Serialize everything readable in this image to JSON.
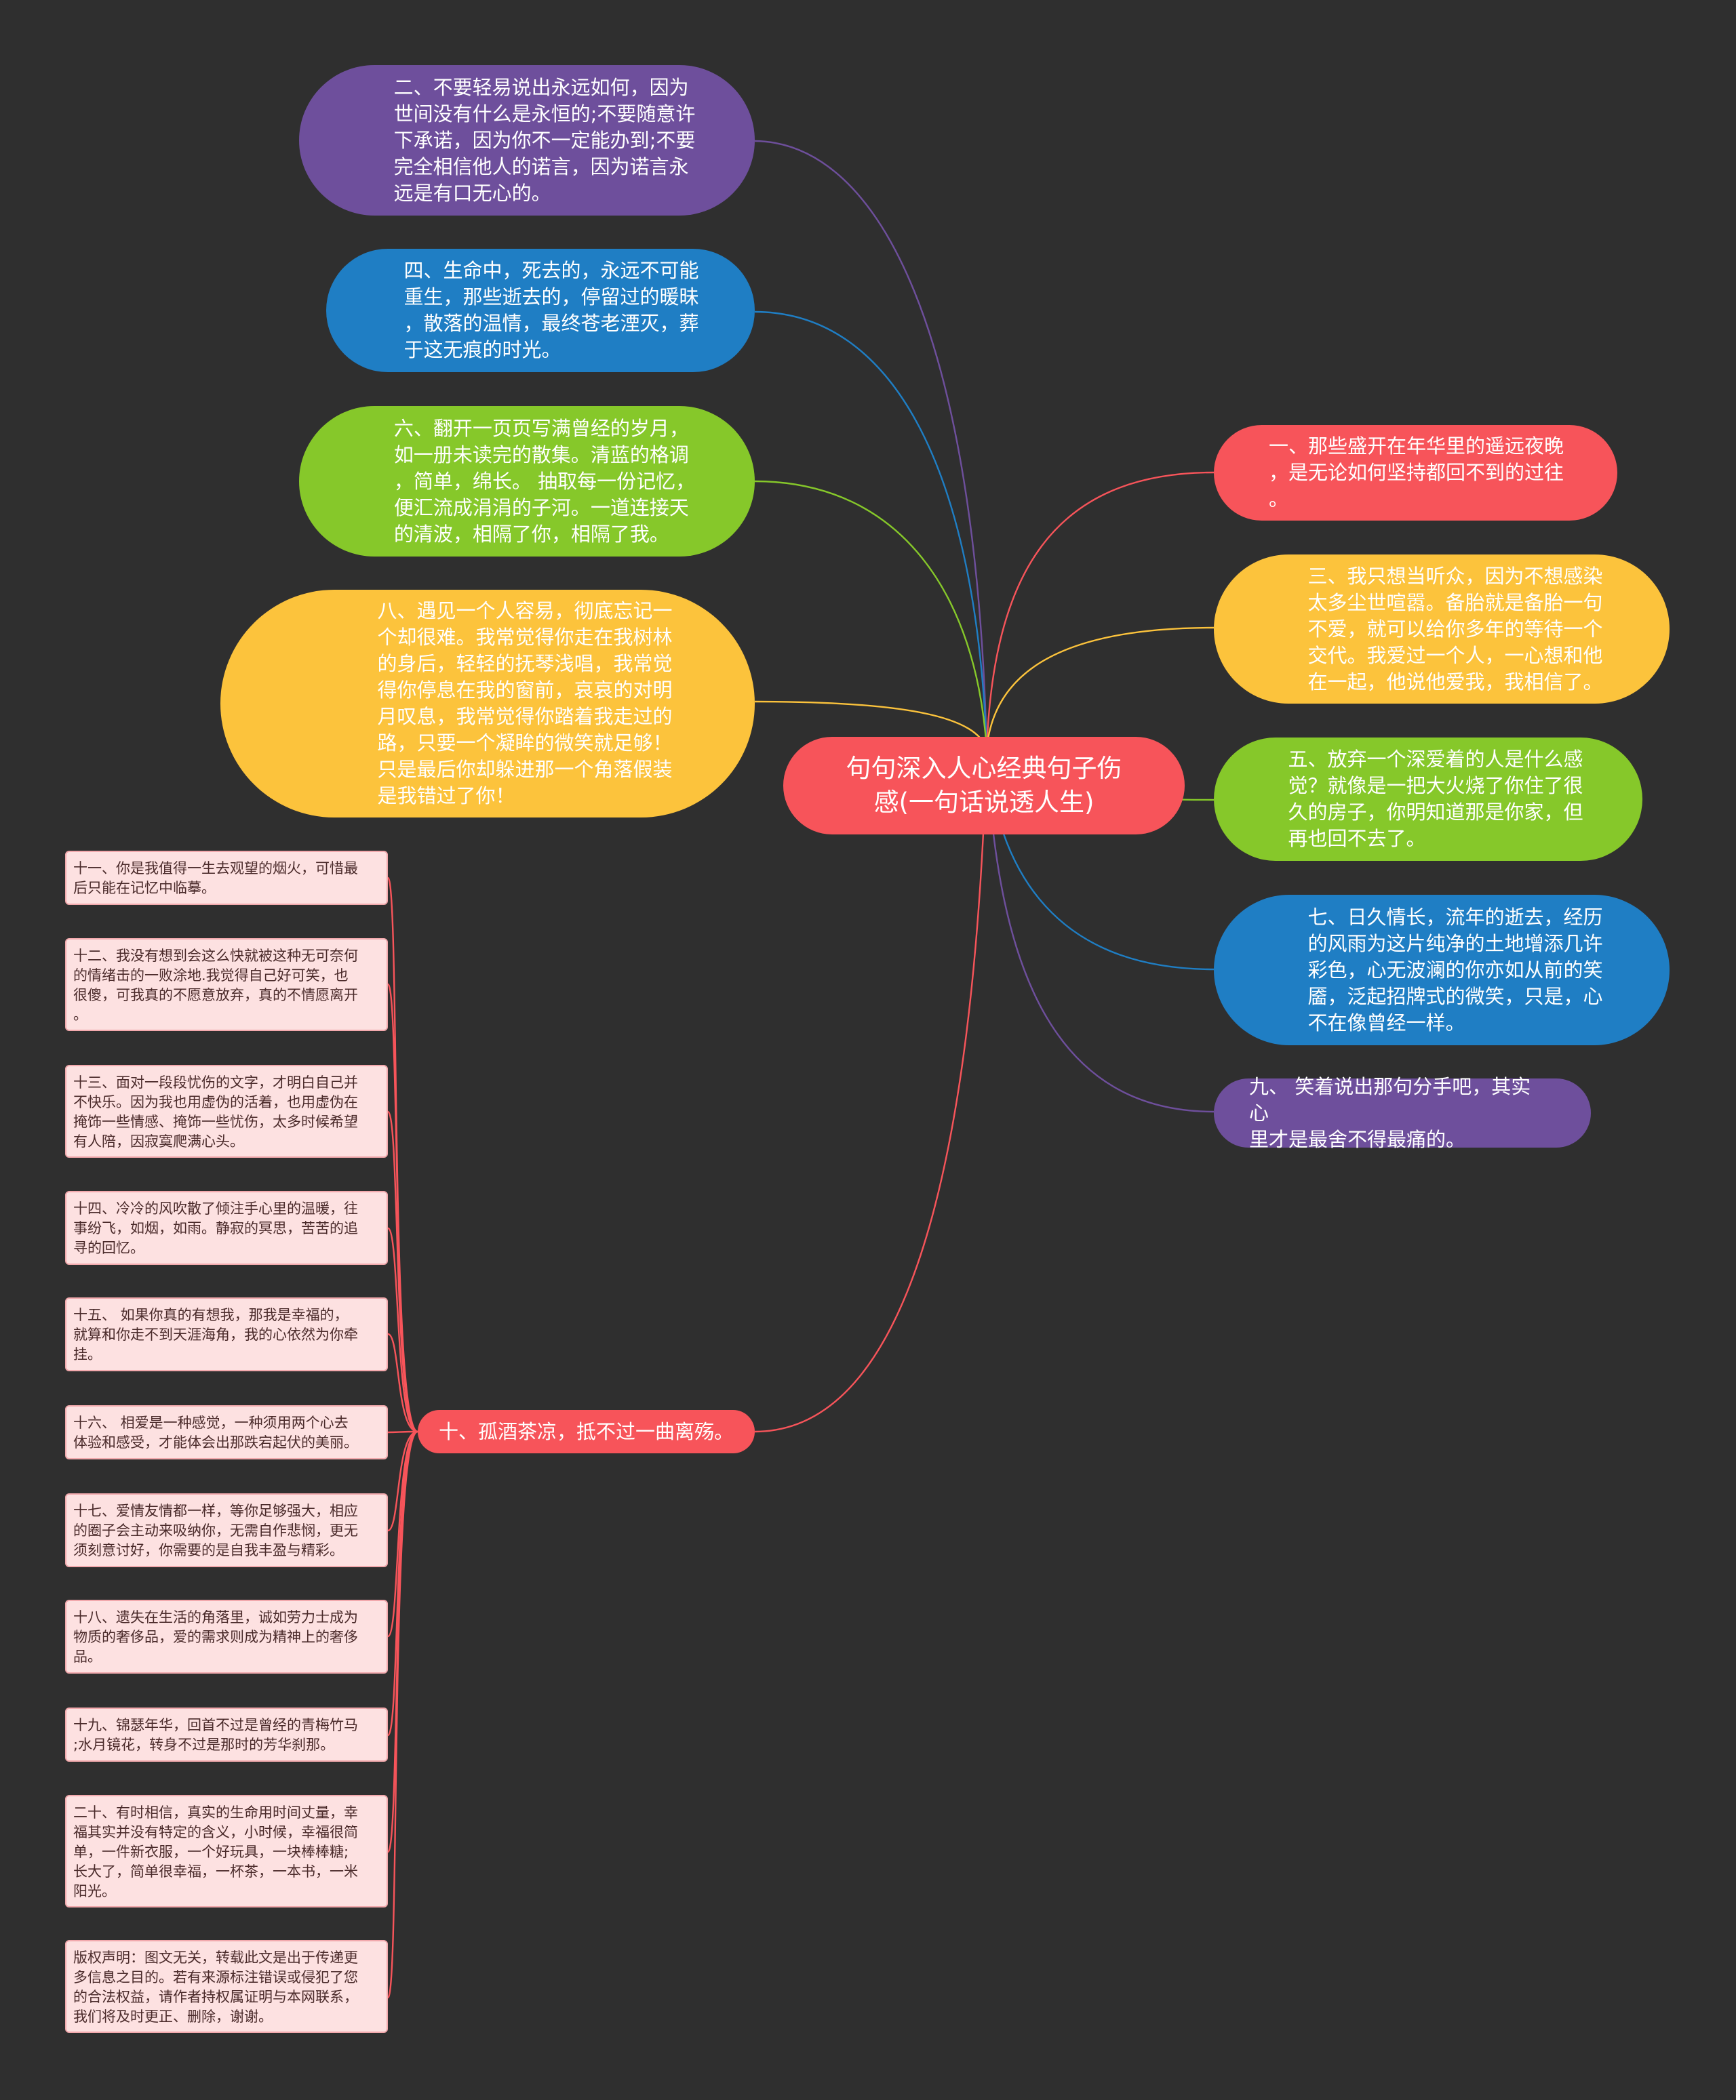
{
  "colors": {
    "background": "#2f2f2f",
    "red": "#f7545a",
    "purple": "#6e4f9c",
    "blue": "#1f7ec4",
    "green": "#86c82a",
    "yellow": "#fcc33c",
    "leaf_bg": "#fde1e1",
    "leaf_border": "#f2a9ad"
  },
  "root": {
    "text": "句句深入人心经典句子伤\n感(一句话说透人生)"
  },
  "branches": {
    "b1": "一、那些盛开在年华里的遥远夜晚\n，是无论如何坚持都回不到的过往\n。",
    "b2": "二、不要轻易说出永远如何，因为\n世间没有什么是永恒的;不要随意许\n下承诺，因为你不一定能办到;不要\n完全相信他人的诺言，因为诺言永\n远是有口无心的。",
    "b3": "三、我只想当听众，因为不想感染\n太多尘世喧嚣。备胎就是备胎一句\n不爱，就可以给你多年的等待一个\n交代。我爱过一个人，一心想和他\n在一起，他说他爱我，我相信了。",
    "b4": "四、生命中，死去的，永远不可能\n重生，那些逝去的，停留过的暖昧\n，散落的温情，最终苍老湮灭，葬\n于这无痕的时光。",
    "b5": "五、放弃一个深爱着的人是什么感\n觉？就像是一把大火烧了你住了很\n久的房子，你明知道那是你家，但\n再也回不去了。",
    "b6": "六、翻开一页页写满曾经的岁月，\n如一册未读完的散集。清蓝的格调\n，简单，绵长。 抽取每一份记忆，\n便汇流成涓涓的子河。一道连接天\n的清波，相隔了你，相隔了我。",
    "b7": "七、日久情长，流年的逝去，经历\n的风雨为这片纯净的土地增添几许\n彩色，心无波澜的你亦如从前的笑\n靥，泛起招牌式的微笑，只是，心\n不在像曾经一样。",
    "b8": "八、遇见一个人容易，彻底忘记一\n个却很难。我常觉得你走在我树林\n的身后，轻轻的抚琴浅唱，我常觉\n得你停息在我的窗前，哀哀的对明\n月叹息，我常觉得你踏着我走过的\n路，只要一个凝眸的微笑就足够！\n只是最后你却躲进那一个角落假装\n是我错过了你！",
    "b9": "九、 笑着说出那句分手吧，其实心\n里才是最舍不得最痛的。",
    "b10": "十、孤酒茶凉，抵不过一曲离殇。"
  },
  "leaves": [
    "十一、你是我值得一生去观望的烟火，可惜最\n后只能在记忆中临摹。",
    "十二、我没有想到会这么快就被这种无可奈何\n的情绪击的一败涂地.我觉得自己好可笑，也\n很傻，可我真的不愿意放弃，真的不情愿离开\n。",
    "十三、面对一段段忧伤的文字，才明白自己并\n不快乐。因为我也用虚伪的活着，也用虚伪在\n掩饰一些情感、掩饰一些忧伤，太多时候希望\n有人陪，因寂寞爬满心头。",
    "十四、冷冷的风吹散了倾注手心里的温暖，往\n事纷飞，如烟，如雨。静寂的冥思，苦苦的追\n寻的回忆。",
    "十五、 如果你真的有想我，那我是幸福的，\n就算和你走不到天涯海角，我的心依然为你牵\n挂。",
    "十六、 相爱是一种感觉，一种须用两个心去\n体验和感受，才能体会出那跌宕起伏的美丽。",
    "十七、爱情友情都一样，等你足够强大，相应\n的圈子会主动来吸纳你，无需自作悲悯，更无\n须刻意讨好，你需要的是自我丰盈与精彩。",
    "十八、遗失在生活的角落里，诚如劳力士成为\n物质的奢侈品，爱的需求则成为精神上的奢侈\n品。",
    "十九、锦瑟年华，回首不过是曾经的青梅竹马\n;水月镜花，转身不过是那时的芳华刹那。",
    "二十、有时相信，真实的生命用时间丈量，幸\n福其实并没有特定的含义，小时候，幸福很简\n单，一件新衣服，一个好玩具，一块棒棒糖;\n长大了，简单很幸福，一杯茶，一本书，一米\n阳光。",
    "版权声明：图文无关，转载此文是出于传递更\n多信息之目的。若有来源标注错误或侵犯了您\n的合法权益，请作者持权属证明与本网联系，\n我们将及时更正、删除，谢谢。"
  ]
}
